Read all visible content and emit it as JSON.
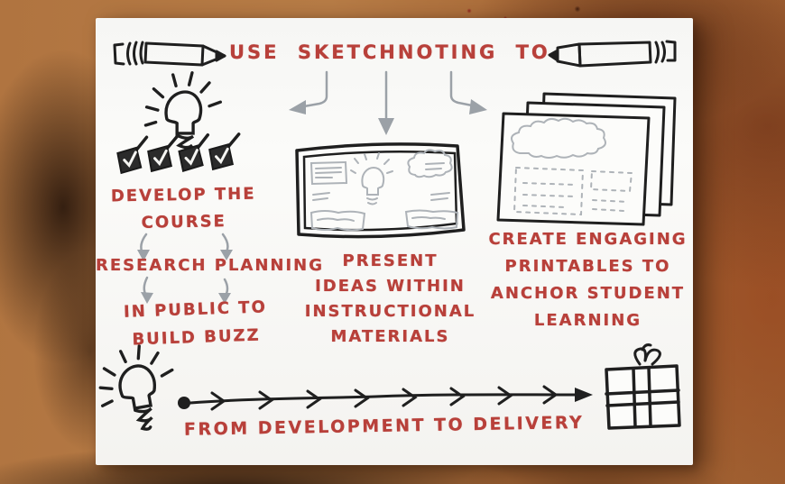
{
  "title": "USE SKETCHNOTING TO",
  "sections": {
    "develop": {
      "line1": "DEVELOP THE",
      "line2": "COURSE",
      "checkbox_count": 4
    },
    "research": {
      "line1": "RESEARCH PLANNING",
      "line2": "IN PUBLIC TO",
      "line3": "BUILD BUZZ"
    },
    "present": {
      "line1": "PRESENT",
      "line2": "IDEAS WITHIN",
      "line3": "INSTRUCTIONAL",
      "line4": "MATERIALS"
    },
    "create": {
      "line1": "CREATE ENGAGING",
      "line2": "PRINTABLES TO",
      "line3": "ANCHOR STUDENT",
      "line4": "LEARNING"
    },
    "timeline": {
      "caption": "FROM DEVELOPMENT TO DELIVERY"
    }
  },
  "icons": {
    "header": [
      "pencil-icon",
      "pencil-icon"
    ],
    "develop_column": [
      "lightbulb-icon",
      "checkbox-icon",
      "checkbox-icon",
      "checkbox-icon",
      "checkbox-icon"
    ],
    "present_column": "whiteboard-sketch-icon",
    "create_column": "printables-stack-icon",
    "bottom_row": [
      "lightbulb-icon",
      "timeline-arrow-icon",
      "gift-icon"
    ],
    "connectors": [
      "branch-arrow-left",
      "branch-arrow-down",
      "branch-arrow-right",
      "flow-arrow-small"
    ]
  },
  "colors": {
    "ink_black": "#1f1f1f",
    "marker_red": "#b8403a",
    "sketch_gray": "#aeb3b8",
    "paper_white": "#fafaf8",
    "wood_brown": "#ab6d3c"
  }
}
